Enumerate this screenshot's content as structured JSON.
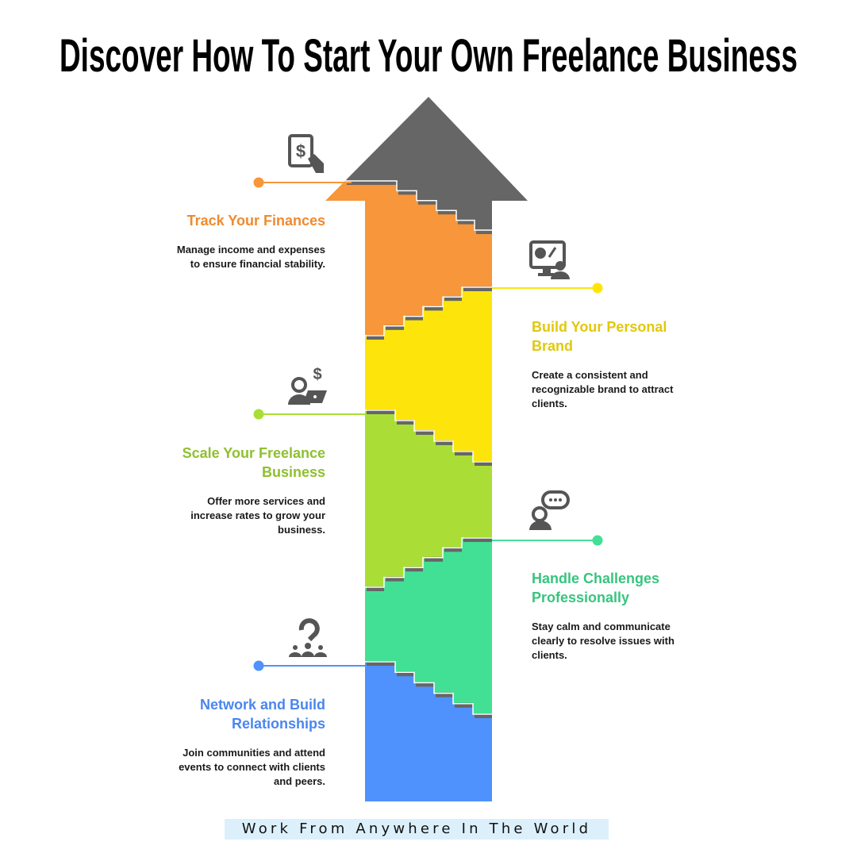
{
  "title": "Discover How To Start Your Own Freelance Business",
  "footer": "Work From Anywhere In The World",
  "colors": {
    "arrow_head": "#666666",
    "tread": "#666666"
  },
  "steps": [
    {
      "title": "Track Your Finances",
      "description": "Manage income and expenses to ensure financial stability.",
      "color": "#f7963a",
      "title_color": "#f08a2e",
      "icon": "dollar-document-hand-icon",
      "side": "left"
    },
    {
      "title": "Build Your Personal Brand",
      "description": "Create a consistent and recognizable brand to attract clients.",
      "color": "#fde50b",
      "title_color": "#e1c80c",
      "icon": "monitor-palette-person-icon",
      "side": "right"
    },
    {
      "title": "Scale Your Freelance Business",
      "description": "Offer more services and increase rates to grow your business.",
      "color": "#aade36",
      "title_color": "#8fc030",
      "icon": "person-laptop-dollar-icon",
      "side": "left"
    },
    {
      "title": "Handle Challenges Professionally",
      "description": "Stay calm and communicate clearly to resolve issues with clients.",
      "color": "#42e094",
      "title_color": "#38c47f",
      "icon": "person-speech-bubble-icon",
      "side": "right"
    },
    {
      "title": "Network and Build Relationships",
      "description": "Join communities and attend events to connect with clients and peers.",
      "color": "#4f92fd",
      "title_color": "#4a86ee",
      "icon": "group-question-icon",
      "side": "left"
    }
  ]
}
